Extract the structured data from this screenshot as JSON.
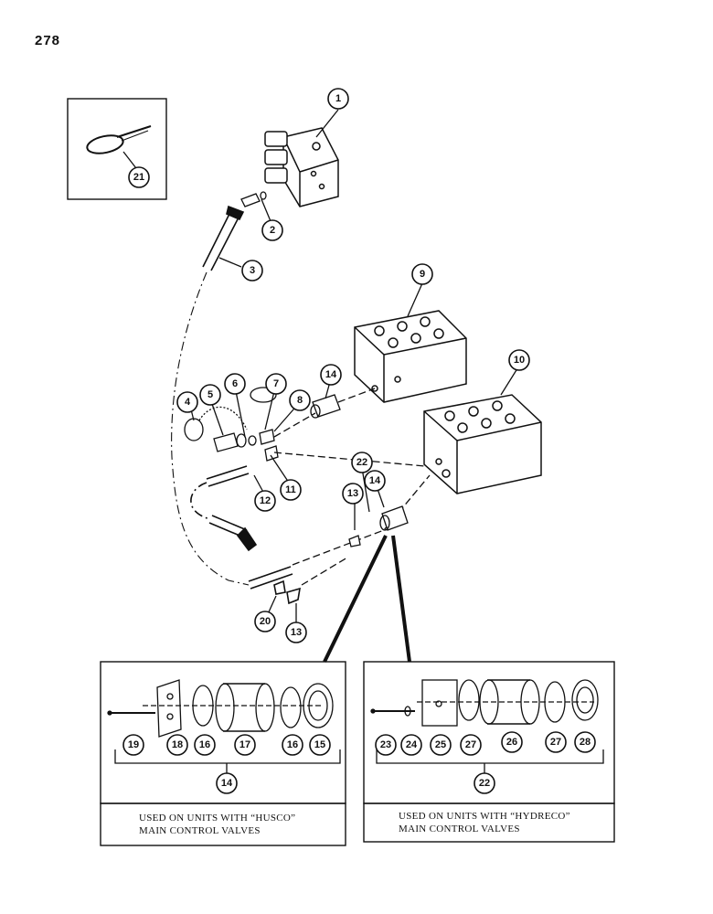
{
  "page_number": "278",
  "callouts": {
    "c1": "1",
    "c2": "2",
    "c3": "3",
    "c4": "4",
    "c5": "5",
    "c6": "6",
    "c7": "7",
    "c8": "8",
    "c9": "9",
    "c10": "10",
    "c11": "11",
    "c12": "12",
    "c13a": "13",
    "c13b": "13",
    "c14a": "14",
    "c14b": "14",
    "c14c": "14",
    "c15": "15",
    "c16a": "16",
    "c16b": "16",
    "c17": "17",
    "c18": "18",
    "c19": "19",
    "c20": "20",
    "c21": "21",
    "c22a": "22",
    "c22b": "22",
    "c23": "23",
    "c24": "24",
    "c25": "25",
    "c26": "26",
    "c27a": "27",
    "c27b": "27",
    "c28": "28"
  },
  "captions": {
    "husco_line1": "USED ON UNITS WITH “HUSCO”",
    "husco_line2": "MAIN CONTROL VALVES",
    "hydreco_line1": "USED ON UNITS WITH “HYDRECO”",
    "hydreco_line2": "MAIN CONTROL VALVES"
  }
}
